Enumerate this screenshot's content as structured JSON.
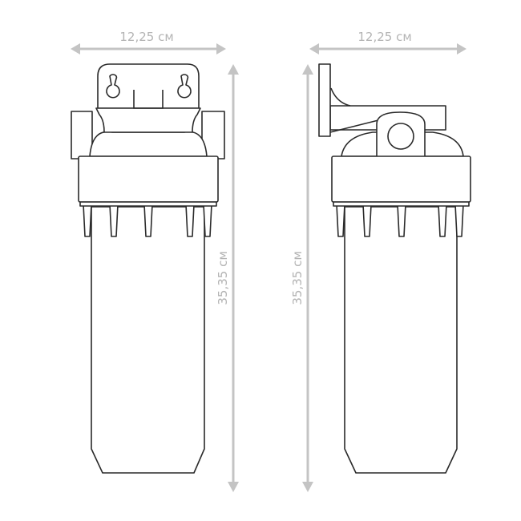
{
  "front_view": {
    "width_label": "12,25 см",
    "height_label": "35,35 см"
  },
  "side_view": {
    "width_label": "12,25 см",
    "height_label": "35,35 см"
  }
}
